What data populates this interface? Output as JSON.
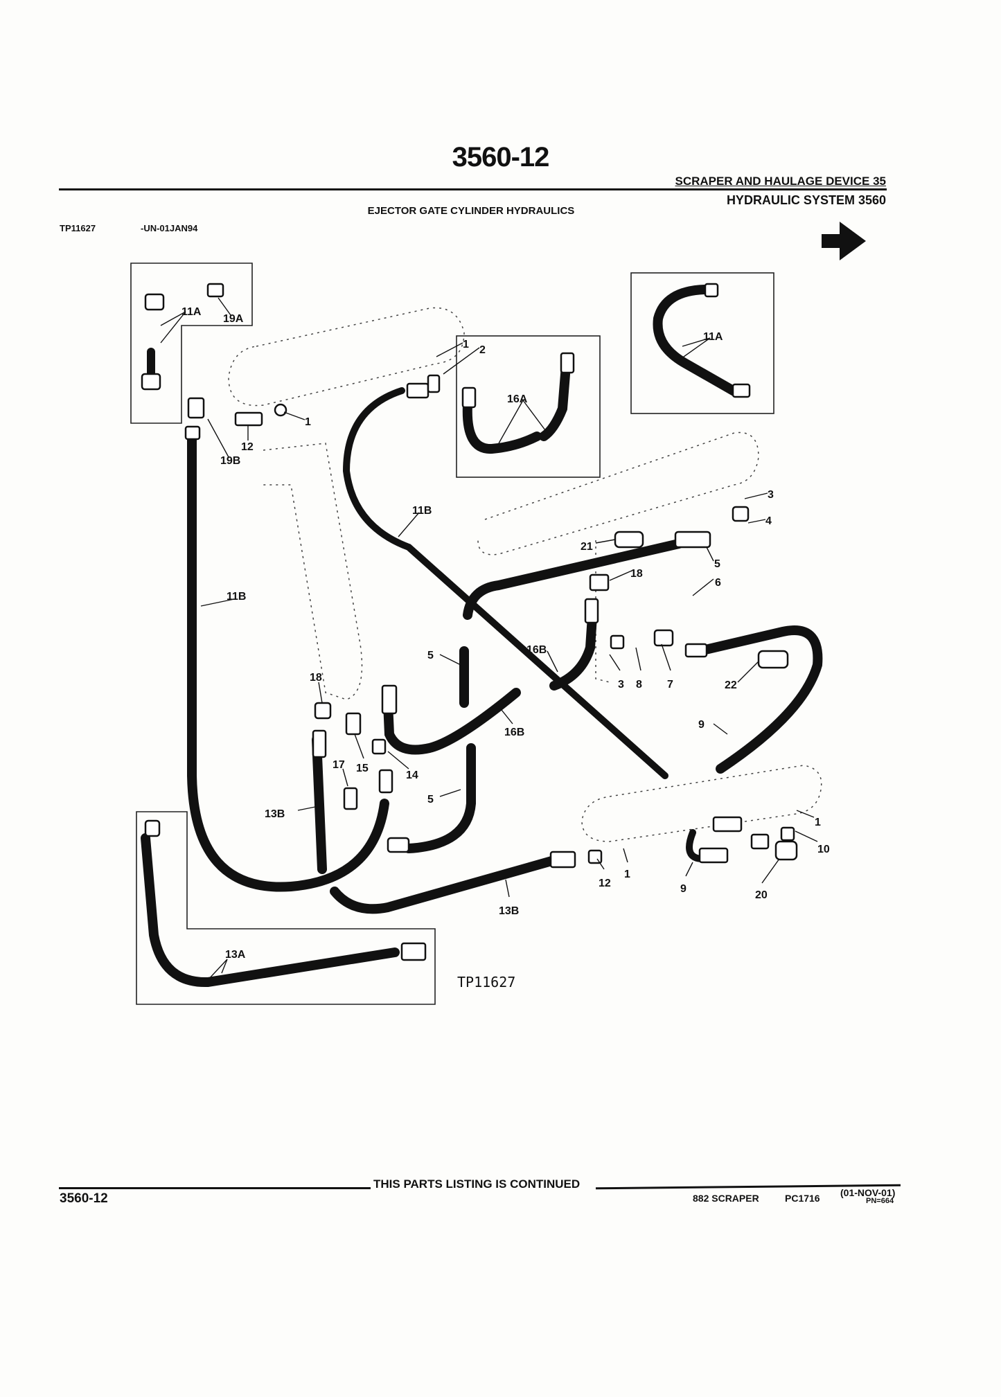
{
  "header": {
    "page_id": "3560-12",
    "section": "SCRAPER AND HAULAGE DEVICE   35",
    "subsection": "HYDRAULIC SYSTEM 3560",
    "caption": "EJECTOR GATE CYLINDER HYDRAULICS",
    "figure_id": "TP11627",
    "figure_date": "-UN-01JAN94"
  },
  "diagram": {
    "callouts": [
      "11A",
      "19A",
      "19B",
      "12",
      "1",
      "1",
      "2",
      "16A",
      "11A",
      "3",
      "4",
      "11B",
      "21",
      "18",
      "5",
      "6",
      "11B",
      "5",
      "16B",
      "3",
      "8",
      "7",
      "22",
      "18",
      "16B",
      "9",
      "17",
      "15",
      "14",
      "13B",
      "5",
      "1",
      "10",
      "12",
      "1",
      "9",
      "20",
      "13B",
      "13A"
    ],
    "figure_label": "TP11627"
  },
  "footer": {
    "continued": "THIS PARTS LISTING IS CONTINUED",
    "page_id": "3560-12",
    "model": "882 SCRAPER",
    "catalog": "PC1716",
    "date": "(01-NOV-01)",
    "pn": "PN=664"
  }
}
